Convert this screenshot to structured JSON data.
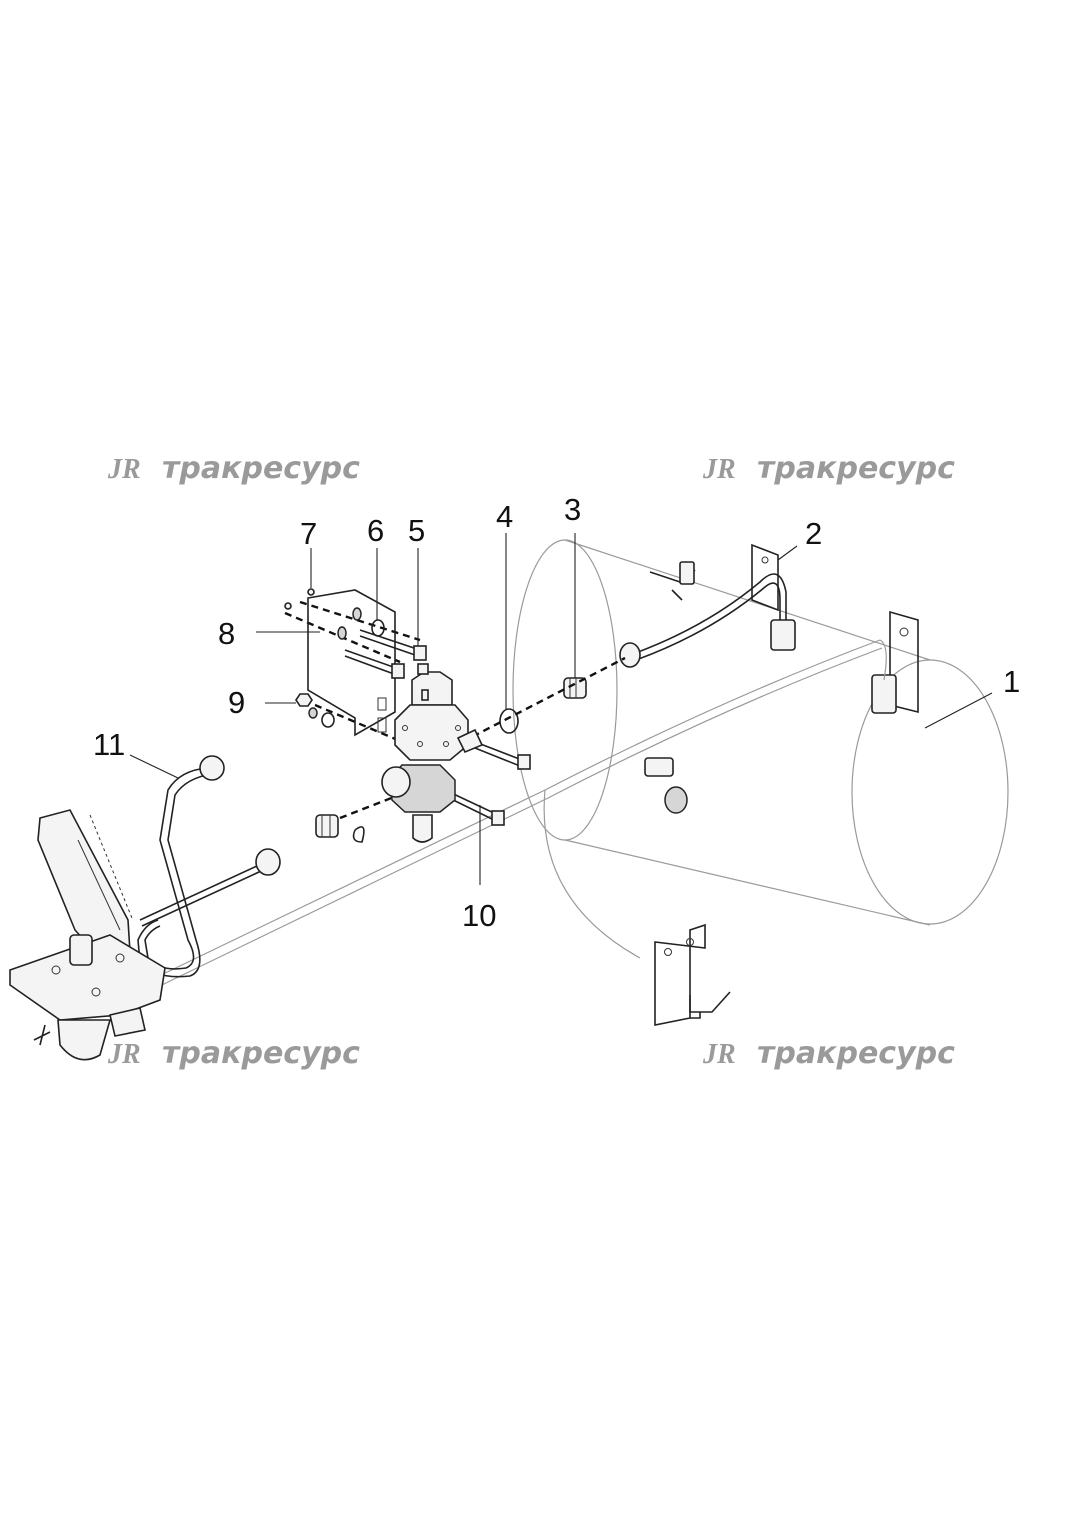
{
  "watermark": {
    "logo": "JR",
    "brand": "тракресурс",
    "color": "#9a9a9a"
  },
  "callouts": {
    "c1": "1",
    "c2": "2",
    "c3": "3",
    "c4": "4",
    "c5": "5",
    "c6": "6",
    "c7": "7",
    "c8": "8",
    "c9": "9",
    "c10": "10",
    "c11": "11"
  }
}
